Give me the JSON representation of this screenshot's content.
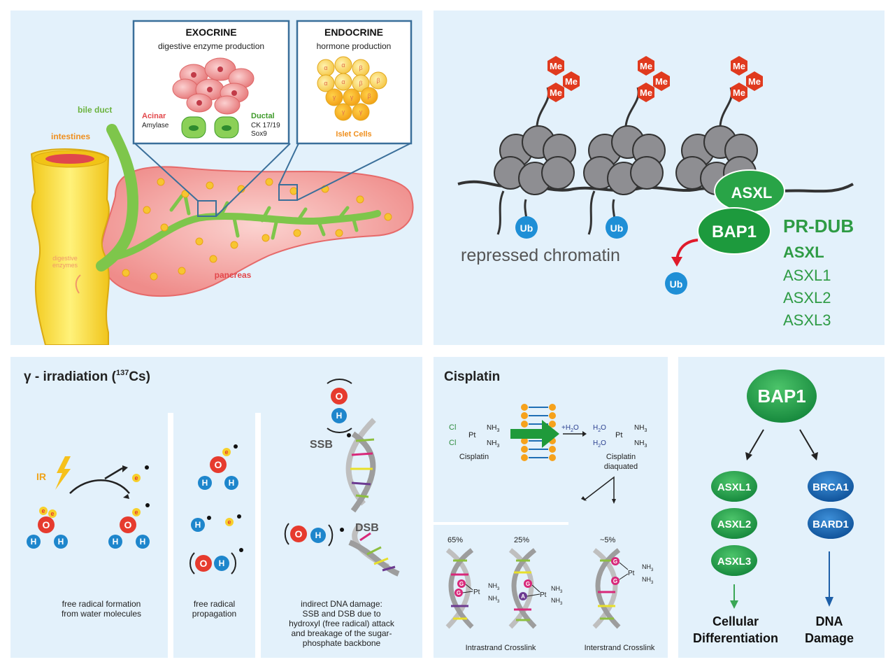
{
  "pancreas": {
    "exocrine_title": "EXOCRINE",
    "exocrine_sub": "digestive enzyme production",
    "endocrine_title": "ENDOCRINE",
    "endocrine_sub": "hormone production",
    "acinar": "Acinar",
    "amylase": "Amylase",
    "ductal": "Ductal",
    "ck": "CK 17/19",
    "sox9": "Sox9",
    "islet": "Islet Cells",
    "bile_duct": "bile duct",
    "intestines": "intestines",
    "digestive_enzymes_1": "digestive",
    "digestive_enzymes_2": "enzymes",
    "pancreas": "pancreas",
    "alpha": "α",
    "beta": "β",
    "gamma": "γ"
  },
  "chromatin": {
    "me": "Me",
    "ub": "Ub",
    "asxl": "ASXL",
    "bap1": "BAP1",
    "repressed": "repressed chromatin",
    "prdub": "PR-DUB",
    "asxl_bold": "ASXL",
    "asxl1": "ASXL1",
    "asxl2": "ASXL2",
    "asxl3": "ASXL3"
  },
  "irradiation": {
    "title": "γ - irradiation (",
    "sup": "137",
    "title_end": "Cs)",
    "ir": "IR",
    "e": "e",
    "o": "O",
    "h": "H",
    "ssb": "SSB",
    "dsb": "DSB",
    "cap1_l1": "free radical formation",
    "cap1_l2": "from water molecules",
    "cap2_l1": "free radical",
    "cap2_l2": "propagation",
    "cap3_l1": "indirect DNA damage:",
    "cap3_l2": "SSB and DSB due to",
    "cap3_l3": "hydroxyl (free radical) attack",
    "cap3_l4": "and breakage of the sugar-",
    "cap3_l5": "phosphate backbone"
  },
  "cisplatin": {
    "title": "Cisplatin",
    "cl": "Cl",
    "pt": "Pt",
    "nh3": "NH",
    "sub3": "3",
    "h2o_label": "+H",
    "h2o_sub": "2",
    "h2o_o": "O",
    "cisplatin": "Cisplatin",
    "diaquated1": "Cisplatin",
    "diaquated2": "diaquated",
    "pct65": "65%",
    "pct25": "25%",
    "pct5": "~5%",
    "g": "G",
    "a": "A",
    "intrastrand": "Intrastrand Crosslink",
    "interstrand": "Interstrand Crosslink"
  },
  "bap1_tree": {
    "bap1": "BAP1",
    "asxl1": "ASXL1",
    "asxl2": "ASXL2",
    "asxl3": "ASXL3",
    "brca1": "BRCA1",
    "bard1": "BARD1",
    "cellular": "Cellular",
    "differentiation": "Differentiation",
    "dna": "DNA",
    "damage": "Damage"
  }
}
